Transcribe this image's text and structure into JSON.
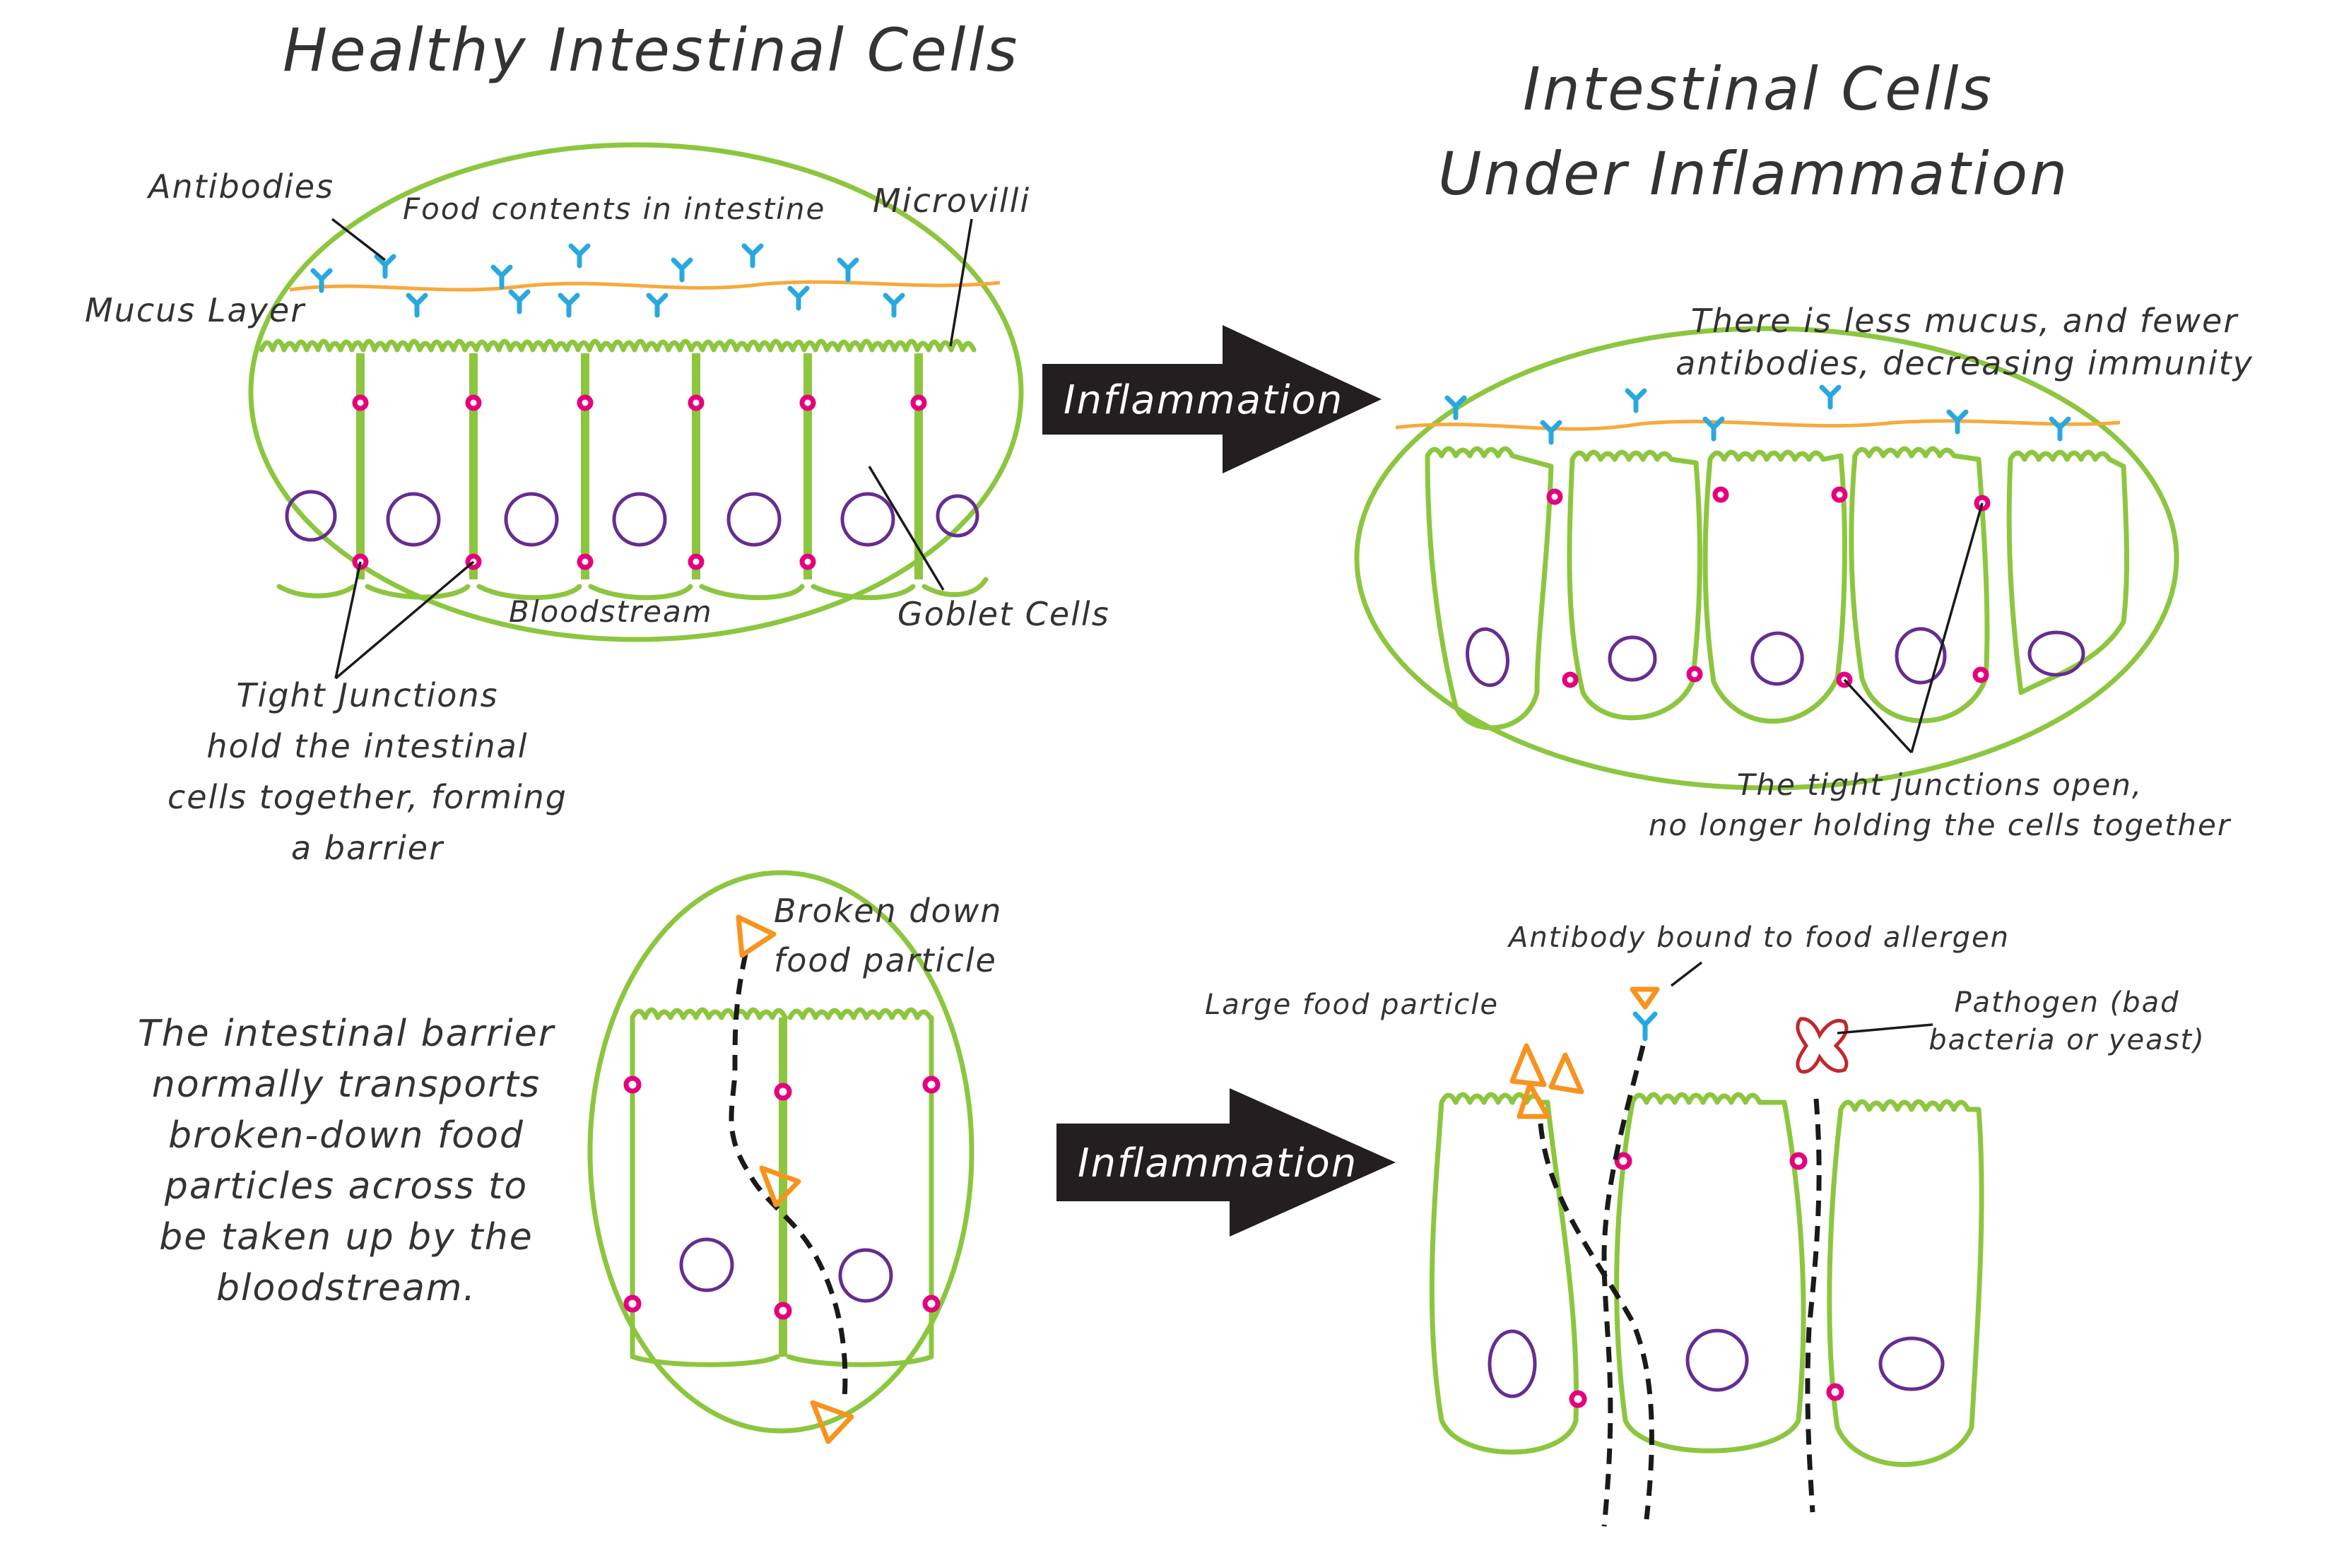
{
  "titles": {
    "healthy": "Healthy Intestinal Cells",
    "inflamed_line1": "Intestinal Cells",
    "inflamed_line2": "Under Inflammation"
  },
  "healthy_labels": {
    "antibodies": "Antibodies",
    "food_contents": "Food contents in intestine",
    "microvilli": "Microvilli",
    "mucus_layer": "Mucus Layer",
    "bloodstream": "Bloodstream",
    "goblet_cells": "Goblet Cells",
    "tight_junctions": [
      "Tight Junctions",
      "hold the intestinal",
      "cells together, forming",
      "a barrier"
    ]
  },
  "inflamed_labels": {
    "less_mucus": [
      "There is less mucus, and fewer",
      "antibodies, decreasing immunity"
    ],
    "tight_open": [
      "The tight junctions open,",
      "no longer holding the cells together"
    ]
  },
  "arrows": {
    "top": "Inflammation",
    "bottom": "Inflammation"
  },
  "bottom_left": {
    "description": [
      "The intestinal barrier",
      "normally transports",
      "broken-down food",
      "particles across to",
      "be taken up by the",
      "bloodstream."
    ],
    "broken_food": [
      "Broken down",
      "food particle"
    ]
  },
  "bottom_right": {
    "antibody_bound": "Antibody bound to food allergen",
    "large_food": "Large food particle",
    "pathogen": [
      "Pathogen (bad",
      "bacteria or yeast)"
    ]
  },
  "colors": {
    "cell_outline": "#8cc63f",
    "mucus": "#f7a93b",
    "antibody": "#29a8e0",
    "tight_junction": "#e5007e",
    "nucleus": "#662d91",
    "food_particle": "#f7931e",
    "pathogen": "#c1272d",
    "arrow": "#231f20"
  }
}
